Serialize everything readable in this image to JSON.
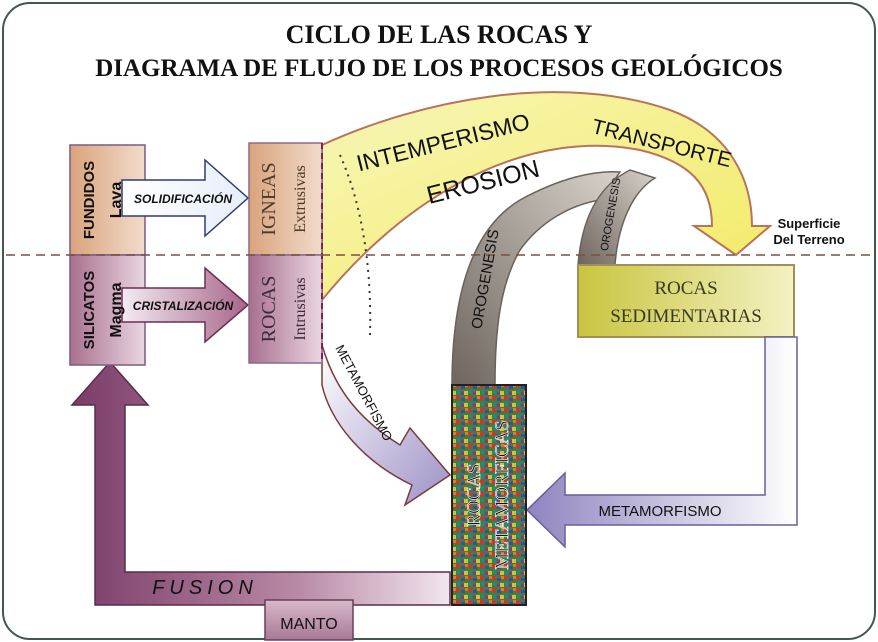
{
  "title_line1": "CICLO DE LAS  ROCAS Y",
  "title_line2": "DIAGRAMA DE FLUJO DE LOS PROCESOS GEOLÓGICOS",
  "surface_label_1": "Superficie",
  "surface_label_2": "Del Terreno",
  "fundidos": "FUNDIDOS",
  "lava": "Lava",
  "silicatos": "SILICATOS",
  "magma": "Magma",
  "solidificacion": "SOLIDIFICACIÓN",
  "cristalizacion": "CRISTALIZACIÓN",
  "igneas": "IGNEAS",
  "extrusivas": "Extrusivas",
  "rocas_ign": "ROCAS",
  "intrusivas": "Intrusivas",
  "intemperismo": "INTEMPERISMO",
  "erosion": "EROSION",
  "transporte": "TRANSPORTE",
  "orogenesis_big": "OROGENESIS",
  "orogenesis_small": "OROGENESIS",
  "sed_line1": "ROCAS",
  "sed_line2": "SEDIMENTARIAS",
  "metamorfismo_left": "METAMORFISMO",
  "metamorfismo_right": "METAMORFISMO",
  "met_rocas": "ROCAS",
  "met_metamorficas": "METAMORFICAS",
  "fusion": "FUSION",
  "manto": "MANTO",
  "colors": {
    "frame": "#3f5a4d",
    "orange_box": "#e3b996",
    "purple_box": "#b7829d",
    "yellow_arrow": "#f7f29a",
    "gray_arrow": "#8a8078",
    "sed_box": "#d9d66a",
    "fusion_arrow": "#8e4a78",
    "lavender_arrow": "#b8b0d6"
  }
}
